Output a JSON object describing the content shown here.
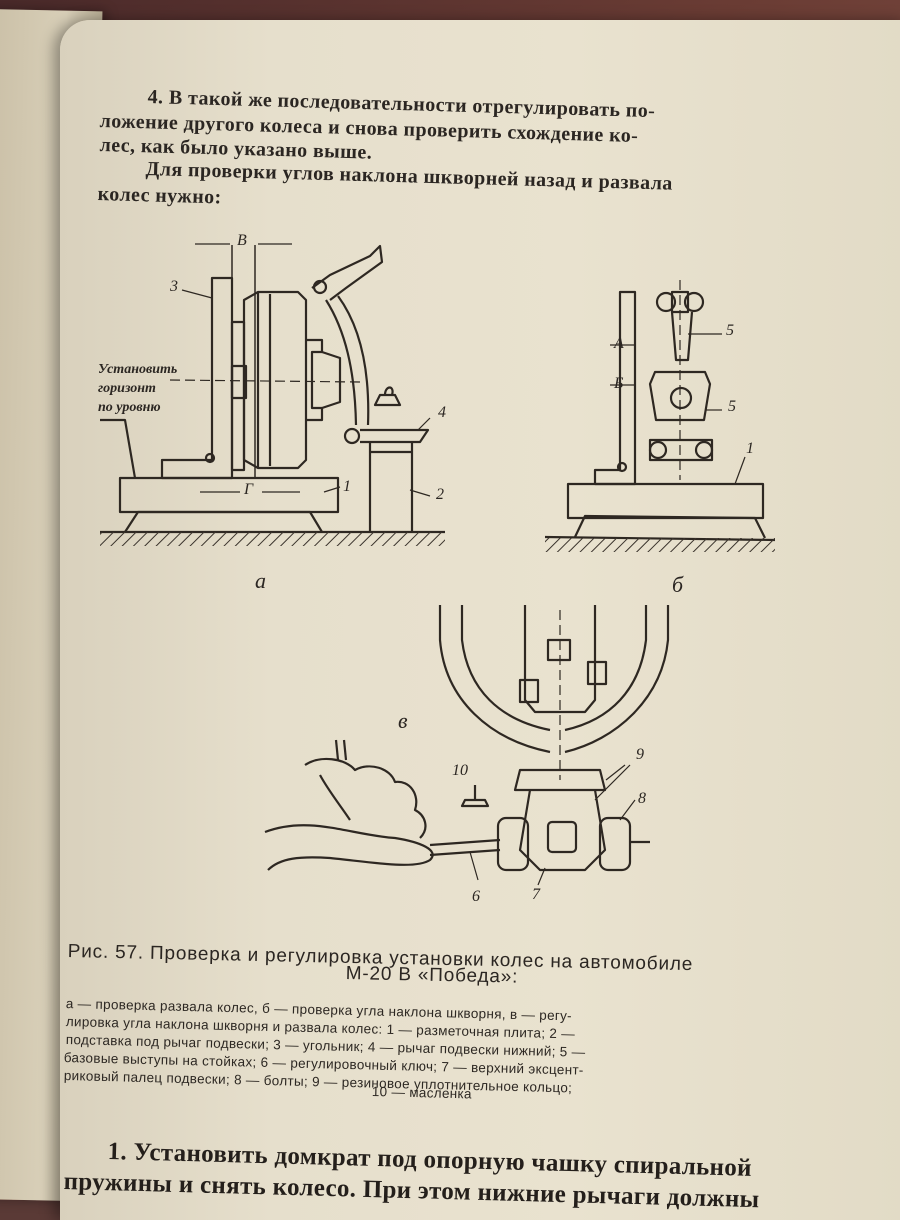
{
  "paragraphs": {
    "p1_line1": "4. В такой же последовательности отрегулировать по-",
    "p1_line2": "ложение другого колеса и снова проверить схождение ко-",
    "p1_line3": "лес, как было указано выше.",
    "p2_line1": "Для проверки углов наклона шкворней назад и развала",
    "p2_line2": "колес нужно:"
  },
  "figure": {
    "a": {
      "letter": "а",
      "dim_top": "В",
      "dim_bottom": "Г",
      "note_line1": "Установить",
      "note_line2": "горизонт",
      "note_line3": "по уровню",
      "n1": "1",
      "n2": "2",
      "n3": "3",
      "n4": "4"
    },
    "b": {
      "letter": "б",
      "dim_a": "А",
      "dim_b": "Б",
      "n1": "1",
      "n5a": "5",
      "n5b": "5"
    },
    "v": {
      "letter": "в",
      "n6": "6",
      "n7": "7",
      "n8": "8",
      "n9": "9",
      "n10": "10"
    }
  },
  "caption": {
    "line1": "Рис.   57. Проверка и регулировка   установки   колес   на  автомобиле",
    "line2": "М-20 В  «Победа»:"
  },
  "legend": {
    "line1": "а — проверка развала колес, б — проверка угла наклона шкворня, в — регу-",
    "line2": "лировка угла наклона шкворня и развала колес:  1 — разметочная плита; 2 —",
    "line3": "подставка под рычаг подвески;  3 — угольник;  4 — рычаг подвески нижний; 5 —",
    "line4": "базовые выступы на стойках;  6 — регулировочный ключ;  7 — верхний эксцент-",
    "line5": "риковый палец подвески;  8 — болты;  9 — резиновое уплотнительное кольцо;",
    "line6": "10 — масленка"
  },
  "bottom": {
    "line1": "1. Установить домкрат под опорную чашку спиральной",
    "line2": "пружины и снять колесо. При этом нижние рычаги должны"
  }
}
